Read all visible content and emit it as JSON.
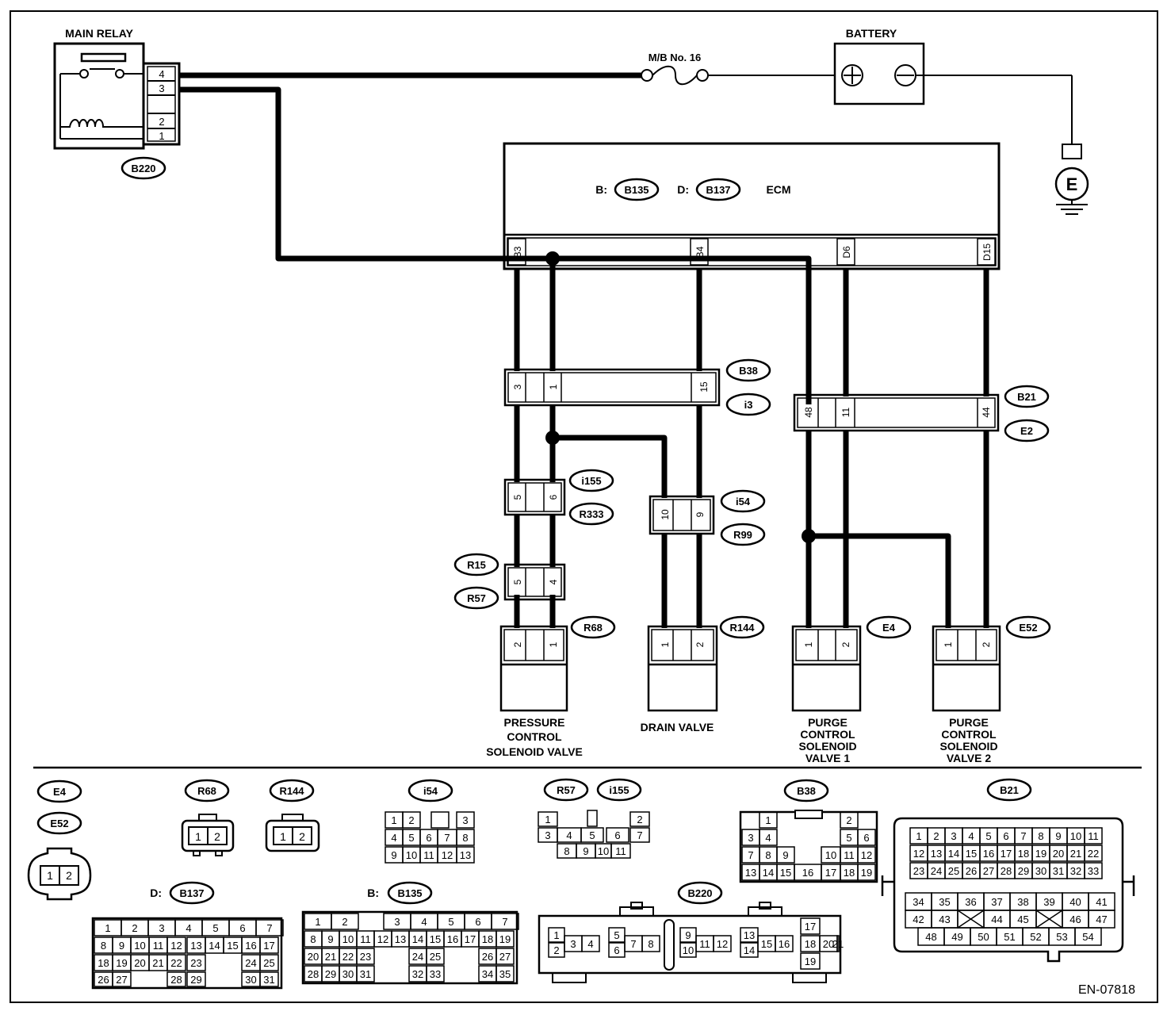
{
  "diagram": {
    "components": {
      "main_relay": "MAIN RELAY",
      "battery": "BATTERY",
      "fuse": "M/B No. 16",
      "ecm": "ECM",
      "ecm_b_prefix": "B:",
      "ecm_d_prefix": "D:",
      "ground": "E",
      "pcsv": [
        "PRESSURE",
        "CONTROL",
        "SOLENOID VALVE"
      ],
      "drain": "DRAIN VALVE",
      "purge1": [
        "PURGE",
        "CONTROL",
        "SOLENOID",
        "VALVE 1"
      ],
      "purge2": [
        "PURGE",
        "CONTROL",
        "SOLENOID",
        "VALVE 2"
      ]
    },
    "connectors": {
      "B220": "B220",
      "B135": "B135",
      "B137": "B137",
      "B38": "B38",
      "i3": "i3",
      "B21": "B21",
      "E2": "E2",
      "i155": "i155",
      "R333": "R333",
      "i54": "i54",
      "R99": "R99",
      "R15": "R15",
      "R57": "R57",
      "R68": "R68",
      "R144": "R144",
      "E4": "E4",
      "E52": "E52"
    },
    "relay_pins": [
      "4",
      "3",
      "2",
      "1"
    ],
    "ecm_pins": [
      "B3",
      "B4",
      "D6",
      "D15"
    ],
    "b38_pins": [
      "3",
      "1",
      "15"
    ],
    "b21_pins": [
      "48",
      "11",
      "44"
    ],
    "i155_pins": [
      "5",
      "6"
    ],
    "i54_pins": [
      "10",
      "9"
    ],
    "r15_pins": [
      "5",
      "4"
    ],
    "r68_pins": [
      "2",
      "1"
    ],
    "r144_pins": [
      "1",
      "2"
    ],
    "e4_pins": [
      "1",
      "2"
    ],
    "e52_pins": [
      "1",
      "2"
    ],
    "legend": {
      "E4": "E4",
      "E52": "E52",
      "R68": "R68",
      "R144": "R144",
      "i54": "i54",
      "R57": "R57",
      "i155": "i155",
      "B38": "B38",
      "B21": "B21",
      "B137": "B137",
      "B135": "B135",
      "B220": "B220",
      "d_prefix": "D:",
      "b_prefix": "B:",
      "two_pin": [
        "1",
        "2"
      ],
      "i54_rows": [
        [
          "1",
          "2",
          "",
          "3"
        ],
        [
          "4",
          "5",
          "6",
          "7",
          "8"
        ],
        [
          "9",
          "10",
          "11",
          "12",
          "13"
        ]
      ],
      "r57_row1": [
        "1",
        "",
        "2"
      ],
      "r57_row2": [
        "3",
        "4",
        "5",
        "6",
        "7"
      ],
      "r57_row3": [
        "8",
        "9",
        "10",
        "11"
      ],
      "b38_r1": [
        "1",
        "2"
      ],
      "b38_r2": [
        "3",
        "4",
        "5",
        "6"
      ],
      "b38_r3": [
        "7",
        "8",
        "9",
        "10",
        "11",
        "12"
      ],
      "b38_r4": [
        "13",
        "14",
        "15",
        "16",
        "17",
        "18",
        "19"
      ],
      "b21_r1": [
        "1",
        "2",
        "3",
        "4",
        "5",
        "6",
        "7",
        "8",
        "9",
        "10",
        "11"
      ],
      "b21_r2": [
        "12",
        "13",
        "14",
        "15",
        "16",
        "17",
        "18",
        "19",
        "20",
        "21",
        "22"
      ],
      "b21_r3": [
        "23",
        "24",
        "25",
        "26",
        "27",
        "28",
        "29",
        "30",
        "31",
        "32",
        "33"
      ],
      "b21_r4": [
        "34",
        "35",
        "36",
        "37",
        "38",
        "39",
        "40",
        "41"
      ],
      "b21_r5": [
        "42",
        "43",
        "",
        "44",
        "45",
        "",
        "46",
        "47"
      ],
      "b21_r6": [
        "48",
        "49",
        "50",
        "51",
        "52",
        "53",
        "54"
      ],
      "b137_r1": [
        "1",
        "2",
        "3",
        "4",
        "5",
        "6",
        "7"
      ],
      "b137_r2": [
        "8",
        "9",
        "10",
        "11",
        "12",
        "13",
        "14",
        "15",
        "16",
        "17"
      ],
      "b137_r3": [
        "18",
        "19",
        "20",
        "21",
        "22",
        "23",
        "24",
        "25"
      ],
      "b137_r4": [
        "26",
        "27",
        "28",
        "29",
        "30",
        "31"
      ],
      "b135_r1": [
        "1",
        "2",
        "3",
        "4",
        "5",
        "6",
        "7"
      ],
      "b135_r2": [
        "8",
        "9",
        "10",
        "11",
        "12",
        "13",
        "14",
        "15",
        "16",
        "17",
        "18",
        "19"
      ],
      "b135_r3": [
        "20",
        "21",
        "22",
        "23",
        "24",
        "25",
        "26",
        "27"
      ],
      "b135_r4": [
        "28",
        "29",
        "30",
        "31",
        "32",
        "33",
        "34",
        "35"
      ],
      "b220_pins": [
        "1",
        "2",
        "3",
        "4",
        "5",
        "6",
        "7",
        "8",
        "9",
        "10",
        "11",
        "12",
        "13",
        "14",
        "15",
        "16",
        "17",
        "18",
        "19",
        "20",
        "21"
      ]
    },
    "figure_id": "EN-07818"
  }
}
